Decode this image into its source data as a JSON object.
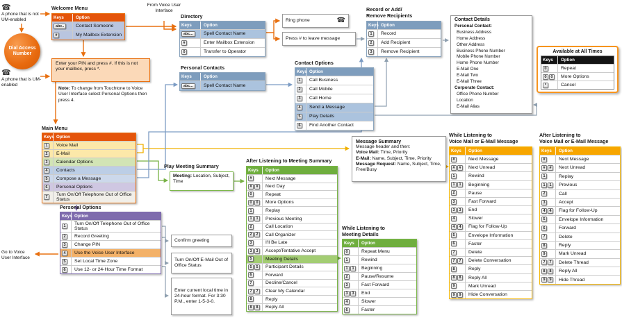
{
  "colors": {
    "orange": "#e87010",
    "orange_dark": "#e4540a",
    "yellow": "#f6b80b",
    "yellow_header": "#f7a600",
    "green": "#7ab648",
    "green_header": "#6fae3e",
    "blue_header": "#7e9dbd",
    "blue_hl": "#abc3de",
    "purple": "#7e6bad"
  },
  "left": {
    "phone_not_um": "A phone that is not UM-enabled",
    "dial_badge": "Dial Access Number",
    "phone_um": "A phone that is UM-enabled",
    "go_to_vui": "Go to Voice User Interface",
    "phone_icon": "☎"
  },
  "from_vui": "From Voice User Interface",
  "pin_box": "Enter your PIN and press #. If this is not your mailbox, press *.",
  "note": {
    "label": "Note:",
    "text": "To change from Touchtone to Voice User Interface select Personal Options then press 4."
  },
  "welcome_menu": {
    "title": "Welcome Menu",
    "keys_header": "Keys",
    "option_header": "Option",
    "rows": [
      {
        "keys": "abc..",
        "option": "Contact Someone",
        "hl": true
      },
      {
        "keys": "#",
        "option": "My Mailbox Extension",
        "hl": true
      }
    ]
  },
  "directory": {
    "title": "Directory",
    "keys_header": "Keys",
    "option_header": "Option",
    "rows": [
      {
        "keys": "abc...",
        "option": "Spell Contact Name",
        "hl": true
      },
      {
        "keys": "#",
        "option": "Enter Mailbox Extension"
      },
      {
        "keys": "0",
        "option": "Transfer to Operator"
      }
    ]
  },
  "ring_phone": "Ring phone",
  "ring_phone_icon": "☎",
  "leave_message": "Press # to leave message",
  "recipients": {
    "title_lines": [
      "Record or Add/",
      "Remove Recipients"
    ],
    "keys_header": "Keys",
    "option_header": "Option",
    "rows": [
      {
        "keys": "1",
        "option": "Record"
      },
      {
        "keys": "2",
        "option": "Add Recipient"
      },
      {
        "keys": "3",
        "option": "Remove Recipient"
      }
    ]
  },
  "contact_details": {
    "title": "Contact Details",
    "sections": [
      {
        "heading": "Personal Contact:",
        "items": [
          "Business Address",
          "Home Address",
          "Other Address",
          "Business Phone Number",
          "Mobile Phone Number",
          "Home Phone Number",
          "E-Mail One",
          "E-Mail Two",
          "E-Mail Three"
        ]
      },
      {
        "heading": "Corporate Contact:",
        "items": [
          "Office Phone Number",
          "Location",
          "E-Mail Alias"
        ]
      }
    ]
  },
  "available": {
    "title": "Available at All Times",
    "keys_header": "Keys",
    "option_header": "Option",
    "rows": [
      {
        "keys": "0",
        "option": "Repeat"
      },
      {
        "keys": "00",
        "option": "More Options"
      },
      {
        "keys": "*",
        "option": "Cancel"
      }
    ]
  },
  "personal_contacts": {
    "title": "Personal Contacts",
    "keys_header": "Keys",
    "option_header": "Option",
    "rows": [
      {
        "keys": "abc...",
        "option": "Spell Contact Name",
        "hl": true
      }
    ]
  },
  "contact_options": {
    "title": "Contact Options",
    "keys_header": "Keys",
    "option_header": "Option",
    "rows": [
      {
        "keys": "1",
        "option": "Call Business"
      },
      {
        "keys": "2",
        "option": "Call Mobile"
      },
      {
        "keys": "3",
        "option": "Call Home"
      },
      {
        "keys": "4",
        "option": "Send a Message",
        "hl": true
      },
      {
        "keys": "5",
        "option": "Play Details",
        "hl": true
      },
      {
        "keys": "6",
        "option": "Find Another Contact"
      }
    ]
  },
  "main_menu": {
    "title": "Main Menu",
    "keys_header": "Keys",
    "option_header": "Option",
    "rows": [
      {
        "keys": "1",
        "option": "Voice Mail",
        "c": "yellow"
      },
      {
        "keys": "2",
        "option": "E-Mail",
        "c": "yellow"
      },
      {
        "keys": "3",
        "option": "Calendar Options",
        "c": "green"
      },
      {
        "keys": "4",
        "option": "Contacts",
        "c": "blue"
      },
      {
        "keys": "5",
        "option": "Compose a Message",
        "c": "blue2"
      },
      {
        "keys": "6",
        "option": "Personal Options",
        "c": "purple"
      },
      {
        "keys": "7",
        "option": "Turn On/Off Telephone Out of Office Status",
        "c": "plain"
      }
    ]
  },
  "message_summary": {
    "title": "Message Summary",
    "intro": "Message header and then:",
    "lines": [
      {
        "label": "Voice Mail:",
        "text": "Time, Priority"
      },
      {
        "label": "E-Mail:",
        "text": "Name, Subject, Time, Priority"
      },
      {
        "label": "Message Request:",
        "text": "Name, Subject, Time, Free/Busy"
      }
    ]
  },
  "play_meeting": {
    "title": "Play Meeting Summary",
    "lines": [
      {
        "label": "Meeting:",
        "text": "Location, Subject, Time"
      }
    ]
  },
  "after_meeting": {
    "title": "After Listening to Meeting Summary",
    "keys_header": "Keys",
    "option_header": "Option",
    "rows": [
      {
        "keys": "#",
        "option": "Next Message"
      },
      {
        "keys": "##",
        "option": "Next Day"
      },
      {
        "keys": "0",
        "option": "Repeat"
      },
      {
        "keys": "00",
        "option": "More Options"
      },
      {
        "keys": "1",
        "option": "Replay"
      },
      {
        "keys": "11",
        "option": "Previous Meeting"
      },
      {
        "keys": "2",
        "option": "Call Location"
      },
      {
        "keys": "22",
        "option": "Call Organizer"
      },
      {
        "keys": "3",
        "option": "I'll Be Late"
      },
      {
        "keys": "33",
        "option": "Accept/Tentative Accept"
      },
      {
        "keys": "5",
        "option": "Meeting Details",
        "hl": true
      },
      {
        "keys": "55",
        "option": "Participant Details"
      },
      {
        "keys": "6",
        "option": "Forward"
      },
      {
        "keys": "7",
        "option": "Decline/Cancel"
      },
      {
        "keys": "77",
        "option": "Clear My Calendar"
      },
      {
        "keys": "8",
        "option": "Reply"
      },
      {
        "keys": "88",
        "option": "Reply All"
      }
    ]
  },
  "while_meeting_details": {
    "title_lines": [
      "While Listening to",
      "Meeting Details"
    ],
    "keys_header": "Keys",
    "option_header": "Option",
    "rows": [
      {
        "keys": "0",
        "option": "Repeat Menu"
      },
      {
        "keys": "1",
        "option": "Rewind"
      },
      {
        "keys": "11",
        "option": "Beginning"
      },
      {
        "keys": "2",
        "option": "Pause/Resume"
      },
      {
        "keys": "3",
        "option": "Fast Forward"
      },
      {
        "keys": "33",
        "option": "End"
      },
      {
        "keys": "4",
        "option": "Slower"
      },
      {
        "keys": "6",
        "option": "Faster"
      }
    ]
  },
  "while_vm": {
    "title_lines": [
      "While Listening to",
      "Voice Mail or E-Mail Message"
    ],
    "keys_header": "Keys",
    "option_header": "Option",
    "rows": [
      {
        "keys": "#",
        "option": "Next Message"
      },
      {
        "keys": "##",
        "option": "Next Unread"
      },
      {
        "keys": "1",
        "option": "Rewind"
      },
      {
        "keys": "11",
        "option": "Beginning"
      },
      {
        "keys": "2",
        "option": "Pause"
      },
      {
        "keys": "3",
        "option": "Fast Forward"
      },
      {
        "keys": "33",
        "option": "End"
      },
      {
        "keys": "4",
        "option": "Slower"
      },
      {
        "keys": "44",
        "option": "Flag for Follow-Up"
      },
      {
        "keys": "5",
        "option": "Envelope Information"
      },
      {
        "keys": "6",
        "option": "Faster"
      },
      {
        "keys": "7",
        "option": "Delete"
      },
      {
        "keys": "77",
        "option": "Delete Conversation"
      },
      {
        "keys": "8",
        "option": "Reply"
      },
      {
        "keys": "88",
        "option": "Reply All"
      },
      {
        "keys": "9",
        "option": "Mark Unread"
      },
      {
        "keys": "99",
        "option": "Hide Conversation"
      }
    ]
  },
  "after_vm": {
    "title_lines": [
      "After Listening to",
      "Voice Mail or E-Mail Message"
    ],
    "keys_header": "Keys",
    "option_header": "Option",
    "rows": [
      {
        "keys": "#",
        "option": "Next Message"
      },
      {
        "keys": "##",
        "option": "Next Unread"
      },
      {
        "keys": "1",
        "option": "Replay"
      },
      {
        "keys": "11",
        "option": "Previous"
      },
      {
        "keys": "2",
        "option": "Call"
      },
      {
        "keys": "3",
        "option": "Accept"
      },
      {
        "keys": "44",
        "option": "Flag for Follow-Up"
      },
      {
        "keys": "5",
        "option": "Envelope Information"
      },
      {
        "keys": "6",
        "option": "Forward"
      },
      {
        "keys": "7",
        "option": "Delete"
      },
      {
        "keys": "8",
        "option": "Reply"
      },
      {
        "keys": "9",
        "option": "Mark Unread"
      },
      {
        "keys": "77",
        "option": "Delete Thread"
      },
      {
        "keys": "88",
        "option": "Reply All"
      },
      {
        "keys": "99",
        "option": "Hide Thread"
      }
    ]
  },
  "personal_options": {
    "title": "Personal Options",
    "keys_header": "Keys",
    "option_header": "Option",
    "rows": [
      {
        "keys": "1",
        "option": "Turn On/Off Telephone Out of Office Status"
      },
      {
        "keys": "2",
        "option": "Record Greeting"
      },
      {
        "keys": "3",
        "option": "Change PIN"
      },
      {
        "keys": "4",
        "option": "Use the Voice User Interface",
        "hl": true
      },
      {
        "keys": "5",
        "option": "Set Local Time Zone"
      },
      {
        "keys": "6",
        "option": "Use 12- or 24-Hour Time Format"
      }
    ]
  },
  "confirm_box": "Confirm greeting",
  "email_oof_box": "Turn On/Off E-Mail Out of Office Status",
  "local_time_box": "Enter current local time in 24-hour format. For 3:30 P.M., enter 1-5-3-0."
}
